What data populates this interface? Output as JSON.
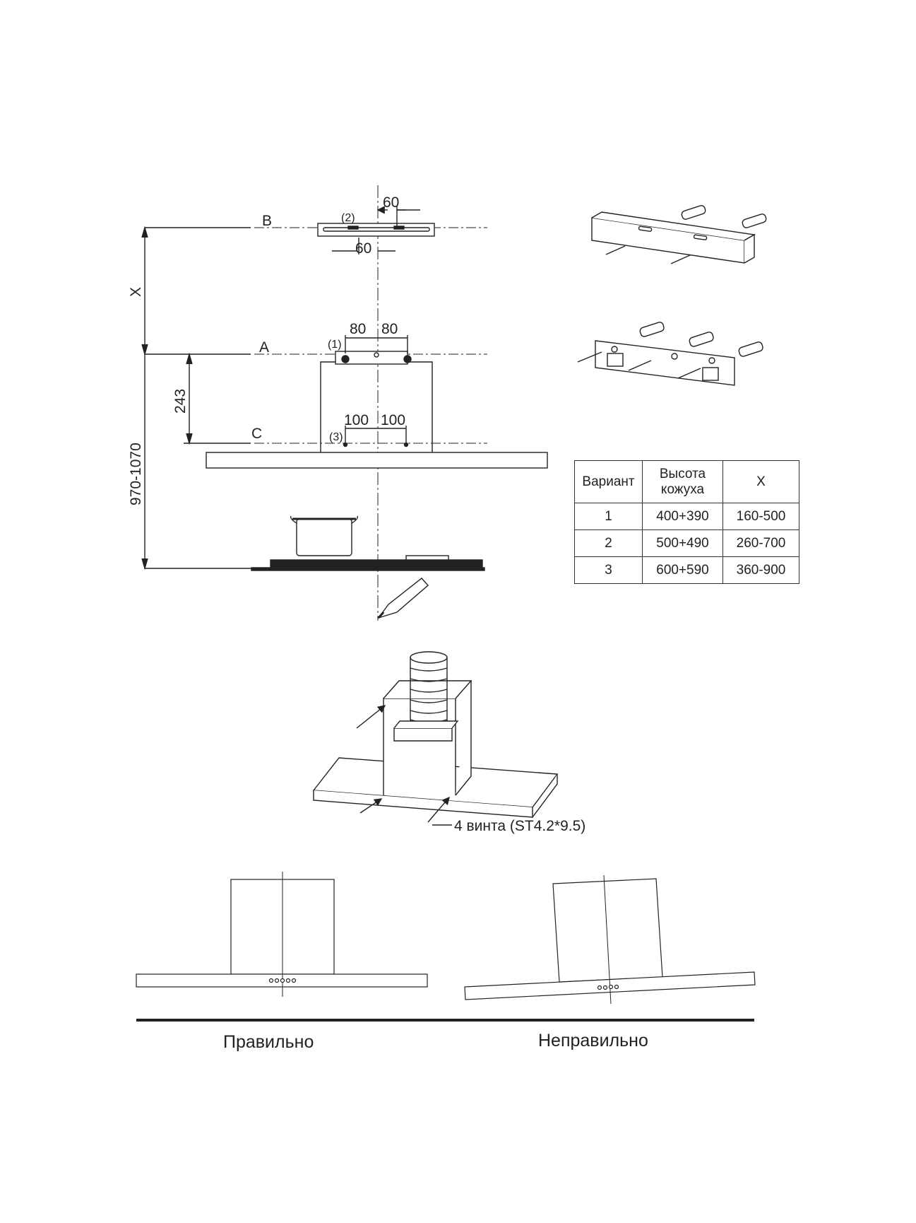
{
  "dimensions": {
    "d60_top": "60",
    "d60_bottom": "60",
    "label_2": "(2)",
    "label_1": "(1)",
    "label_3": "(3)",
    "d80_left": "80",
    "d80_right": "80",
    "d100_left": "100",
    "d100_right": "100",
    "level_b": "B",
    "level_a": "A",
    "level_c": "C",
    "dim_x": "X",
    "dim_243": "243",
    "dim_970_1070": "970-1070"
  },
  "table": {
    "headers": [
      "Вариант",
      "Высота кожуха",
      "X"
    ],
    "rows": [
      [
        "1",
        "400+390",
        "160-500"
      ],
      [
        "2",
        "500+490",
        "260-700"
      ],
      [
        "3",
        "600+590",
        "360-900"
      ]
    ]
  },
  "screws_label": "4 винта (ST4.2*9.5)",
  "captions": {
    "correct": "Правильно",
    "incorrect": "Неправильно"
  }
}
